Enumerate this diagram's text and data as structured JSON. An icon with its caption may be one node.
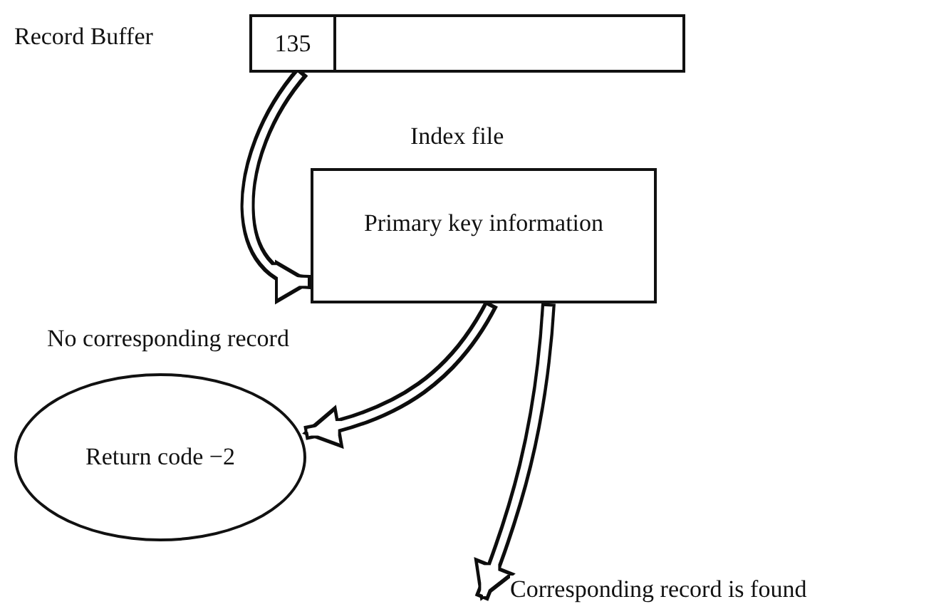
{
  "diagram": {
    "nodes": [
      {
        "text": [],
        "shape": "box"
      },
      {
        "text": [
          "135"
        ],
        "in": 0
      },
      {
        "text": [
          "Primary key information"
        ],
        "beside": [
          "Index file"
        ]
      },
      {
        "text": [
          "Return code −2"
        ],
        "beside": [
          "No corresponding record"
        ]
      }
    ],
    "edges": [
      {
        "from": 1,
        "to": 2,
        "arrow": "to"
      },
      {
        "from": 2,
        "to": 3,
        "arrow": "to"
      },
      {
        "from": 2,
        "to": null,
        "arrow": "to",
        "label": "Corresponding record is found"
      }
    ],
    "labels": [
      "Record Buffer"
    ]
  }
}
